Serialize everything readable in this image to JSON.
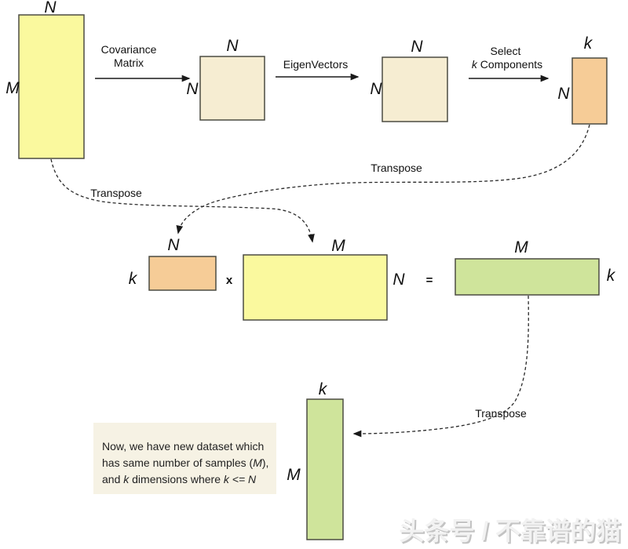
{
  "colors": {
    "matrix_yellow": "#FAF99E",
    "matrix_beige": "#F6EDD2",
    "matrix_orange": "#F6CC97",
    "matrix_green": "#CFE49B",
    "note_bg": "#F6F2E4",
    "border": "#4C4C42",
    "line": "#1A1A1A",
    "watermark_fill": "#F2F2F2",
    "watermark_shadow": "#C3C3C3"
  },
  "top_row": {
    "data_matrix": {
      "top": "N",
      "left": "M"
    },
    "covariance_arrow": {
      "line1": "Covariance",
      "line2": "Matrix"
    },
    "covariance_matrix": {
      "top": "N",
      "left": "N"
    },
    "eigen_arrow": {
      "label": "EigenVectors"
    },
    "eigen_matrix": {
      "top": "N",
      "left": "N"
    },
    "select_arrow": {
      "line1": "Select",
      "line2_italic": "k",
      "line2_rest": " Components"
    },
    "components_matrix": {
      "top": "k",
      "left": "N"
    }
  },
  "transpose_labels": {
    "left": "Transpose",
    "right": "Transpose",
    "bottom": "Transpose"
  },
  "middle_row": {
    "kxn_matrix": {
      "top": "N",
      "left": "k"
    },
    "times": "x",
    "nxm_matrix": {
      "top": "M",
      "right": "N"
    },
    "equals": "=",
    "result_matrix": {
      "top": "M",
      "right": "k"
    }
  },
  "bottom": {
    "final_matrix": {
      "top": "k",
      "left": "M"
    },
    "note": {
      "l1": "Now, we have new dataset which",
      "l2a": "has same number of samples (",
      "l2b": "M",
      "l2c": "),",
      "l3a": "and ",
      "l3b": "k",
      "l3c": " dimensions where ",
      "l3d": "k <= N"
    }
  },
  "watermark": {
    "text": "头条号 / 不靠谱的猫"
  }
}
